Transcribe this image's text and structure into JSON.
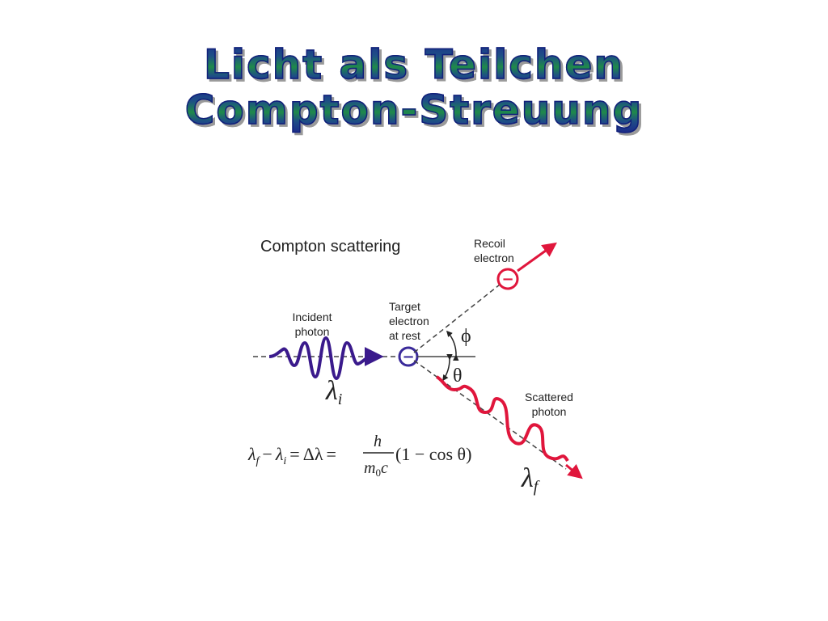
{
  "title": {
    "line1": "Licht als Teilchen",
    "line2": "Compton-Streuung"
  },
  "diagram": {
    "heading": "Compton scattering",
    "incident_label_1": "Incident",
    "incident_label_2": "photon",
    "target_label_1": "Target",
    "target_label_2": "electron",
    "target_label_3": "at rest",
    "recoil_label_1": "Recoil",
    "recoil_label_2": "electron",
    "scattered_label_1": "Scattered",
    "scattered_label_2": "photon",
    "phi": "ϕ",
    "theta": "θ",
    "lambda_i": "λ",
    "lambda_i_sub": "i",
    "lambda_f": "λ",
    "lambda_f_sub": "f",
    "electron_symbol": "−",
    "formula": {
      "lhs": "λ",
      "lhs_sub": "f",
      "minus": "−",
      "lambda2": "λ",
      "lambda2_sub": "i",
      "eq1": "=",
      "delta": "Δλ",
      "eq2": "=",
      "numerator": "h",
      "denominator_m": "m",
      "denominator_sub": "0",
      "denominator_c": "c",
      "paren": "(1 − cos θ)"
    },
    "colors": {
      "incident": "#3a1a8c",
      "scattered": "#e0163c",
      "target": "#3a2a9a",
      "recoil": "#e0163c"
    }
  }
}
